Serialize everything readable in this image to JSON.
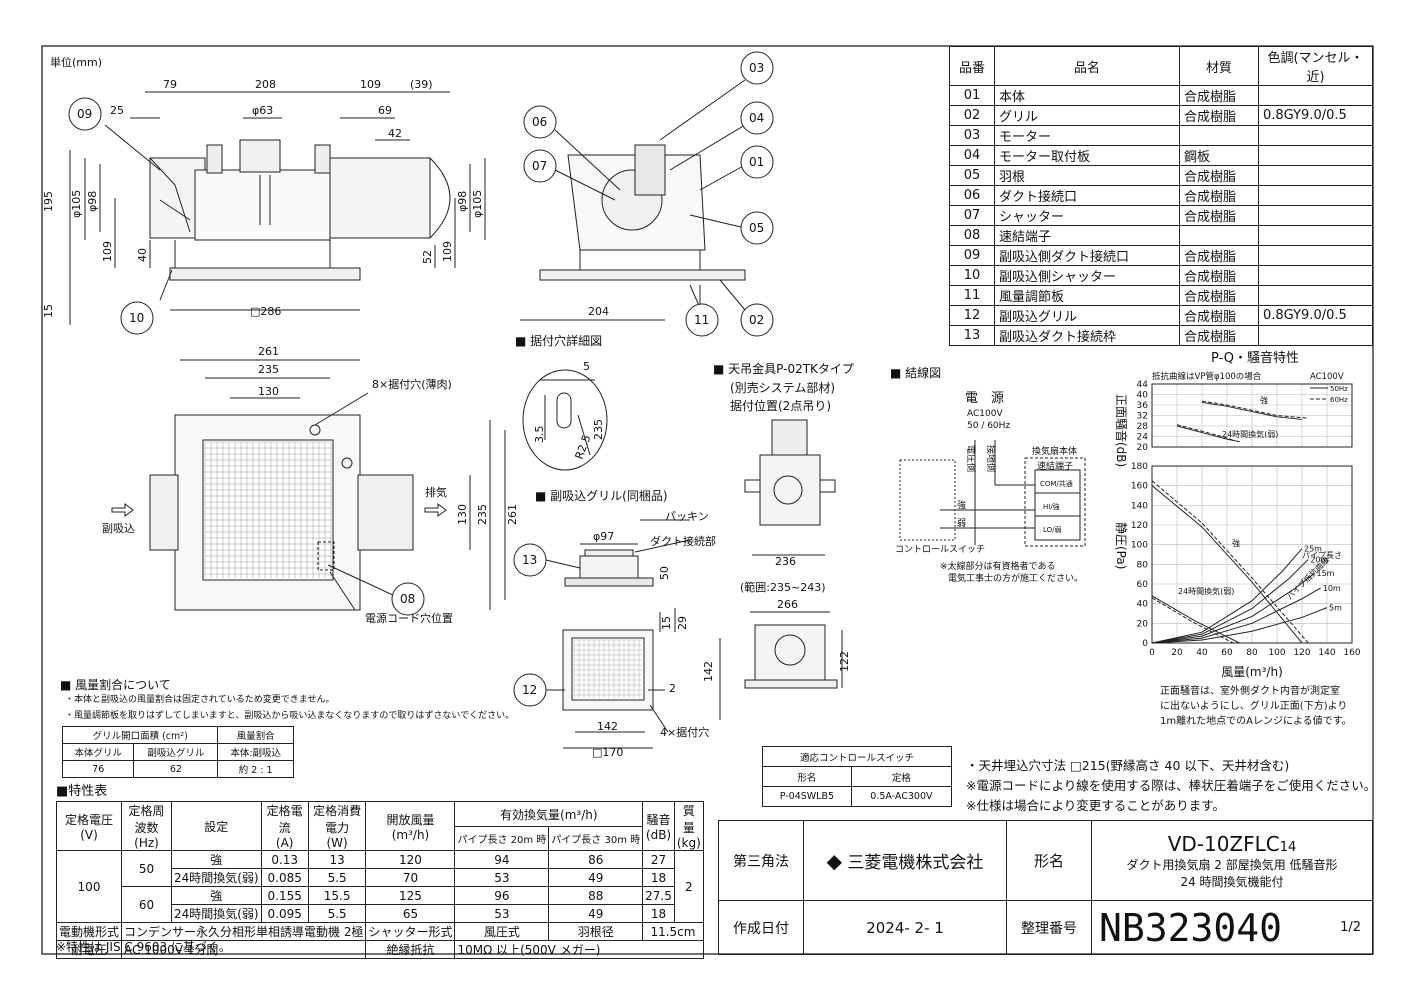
{
  "unit_label": "単位(mm)",
  "parts_table": {
    "headers": [
      "品番",
      "品名",
      "材質",
      "色調(マンセル・近)"
    ],
    "rows": [
      [
        "01",
        "本体",
        "合成樹脂",
        ""
      ],
      [
        "02",
        "グリル",
        "合成樹脂",
        "0.8GY9.0/0.5"
      ],
      [
        "03",
        "モーター",
        "",
        ""
      ],
      [
        "04",
        "モーター取付板",
        "鋼板",
        ""
      ],
      [
        "05",
        "羽根",
        "合成樹脂",
        ""
      ],
      [
        "06",
        "ダクト接続口",
        "合成樹脂",
        ""
      ],
      [
        "07",
        "シャッター",
        "合成樹脂",
        ""
      ],
      [
        "08",
        "速結端子",
        "",
        ""
      ],
      [
        "09",
        "副吸込側ダクト接続口",
        "合成樹脂",
        ""
      ],
      [
        "10",
        "副吸込側シャッター",
        "合成樹脂",
        ""
      ],
      [
        "11",
        "風量調節板",
        "合成樹脂",
        ""
      ],
      [
        "12",
        "副吸込グリル",
        "合成樹脂",
        "0.8GY9.0/0.5"
      ],
      [
        "13",
        "副吸込ダクト接続枠",
        "合成樹脂",
        ""
      ]
    ]
  },
  "front_view": {
    "dims": [
      "79",
      "208",
      "109",
      "(39)",
      "25",
      "φ63",
      "69",
      "42",
      "195",
      "φ105",
      "φ98",
      "109",
      "40",
      "52",
      "109",
      "φ98",
      "φ105",
      "15",
      "□286"
    ],
    "callouts": [
      "09",
      "10"
    ]
  },
  "side_view": {
    "dims": [
      "204"
    ],
    "callouts": [
      "03",
      "04",
      "06",
      "07",
      "01",
      "05",
      "11",
      "02"
    ]
  },
  "top_view": {
    "dims": [
      "261",
      "235",
      "130",
      "130",
      "235",
      "261"
    ],
    "hole_note": "8×据付穴(薄肉)",
    "intake_label": "副吸込",
    "exhaust_label": "排気",
    "callout": "08",
    "cord_label": "電源コード穴位置"
  },
  "hole_detail": {
    "title": "■ 据付穴詳細図",
    "dims": [
      "5",
      "3.5",
      "R2.5",
      "235"
    ]
  },
  "sub_grille": {
    "title": "■ 副吸込グリル(同梱品)",
    "dims": [
      "φ97",
      "50",
      "15",
      "29",
      "142",
      "2",
      "142",
      "□170"
    ],
    "labels": [
      "パッキン",
      "ダクト接続部",
      "4×据付穴"
    ],
    "callouts": [
      "13",
      "12"
    ]
  },
  "hanger": {
    "title_lines": [
      "■ 天吊金具P-02TKタイプ",
      "(別売システム部材)",
      "据付位置(2点吊り)"
    ],
    "dims": [
      "236",
      "(範囲:235~243)",
      "266",
      "122"
    ]
  },
  "wiring": {
    "title": "■ 結線図",
    "power_title": "電　源",
    "power_spec": [
      "AC100V",
      "50 / 60Hz"
    ],
    "wire_labels": [
      "電圧側",
      "接地側"
    ],
    "body_title": "換気扇本体",
    "terminal_title": "速結端子",
    "terminals": [
      "COM/共通",
      "HI/強",
      "LO/弱"
    ],
    "switch_labels": [
      "強",
      "弱"
    ],
    "switch_name": "コントロールスイッチ",
    "note": [
      "※太線部分は有資格者である",
      "電気工事士の方が施工ください。"
    ]
  },
  "airflow_note": {
    "title": "■ 風量割合について",
    "lines": [
      "・本体と副吸込の風量割合は固定されているため変更できません。",
      "・風量調節板を取りはずしてしまいますと、副吸込から吸い込まなくなりますので取りはずさないでください。"
    ],
    "table": {
      "header": [
        "グリル開口面積 (cm²)",
        "風量割合"
      ],
      "sub": [
        "本体グリル",
        "副吸込グリル",
        "本体:副吸込"
      ],
      "values": [
        "76",
        "62",
        "約 2 : 1"
      ]
    }
  },
  "spec": {
    "title": "■特性表",
    "headers": [
      "定格電圧\n(V)",
      "定格周波数\n(Hz)",
      "設定",
      "定格電流\n(A)",
      "定格消費電力\n(W)",
      "開放風量\n(m³/h)",
      "有効換気量(m³/h)",
      "騒音\n(dB)",
      "質量\n(kg)"
    ],
    "sub_headers": [
      "パイプ長さ 20m 時",
      "パイプ長さ 30m 時"
    ],
    "voltage": "100",
    "weight": "2",
    "rows": [
      {
        "freq": "50",
        "setting": "強",
        "current": "0.13",
        "power": "13",
        "open": "120",
        "p20": "94",
        "p30": "86",
        "noise": "27"
      },
      {
        "freq": "",
        "setting": "24時間換気(弱)",
        "current": "0.085",
        "power": "5.5",
        "open": "70",
        "p20": "53",
        "p30": "49",
        "noise": "18"
      },
      {
        "freq": "60",
        "setting": "強",
        "current": "0.155",
        "power": "15.5",
        "open": "125",
        "p20": "96",
        "p30": "88",
        "noise": "27.5"
      },
      {
        "freq": "",
        "setting": "24時間換気(弱)",
        "current": "0.095",
        "power": "5.5",
        "open": "65",
        "p20": "53",
        "p30": "49",
        "noise": "18"
      }
    ],
    "motor_label": "電動機形式",
    "motor_value": "コンデンサー永久分相形単相誘導電動機 2極",
    "shutter_label": "シャッター形式",
    "shutter_value": "風圧式",
    "blade_label": "羽根径",
    "blade_value": "11.5cm",
    "withstand_label": "耐電圧",
    "withstand_value": "AC 1000V 1分間",
    "insulation_label": "絶縁抵抗",
    "insulation_value": "10MΩ 以上(500V メガー)",
    "footnote": "※特性は JIS C 9603 に基づく。"
  },
  "switch_table": {
    "title": "適応コントロールスイッチ",
    "headers": [
      "形名",
      "定格"
    ],
    "values": [
      "P-04SWLB5",
      "0.5A-AC300V"
    ]
  },
  "notes": [
    "・天井埋込穴寸法 □215(野縁高さ 40 以下、天井材含む)",
    "※電源コードにより線を使用する際は、棒状圧着端子をご使用ください。",
    "※仕様は場合により変更することがあります。"
  ],
  "chart_data": {
    "type": "line",
    "title": "P-Q・騒音特性",
    "subtitle": "抵抗曲線はVP管φ100の場合",
    "supply": "AC100V",
    "legend": [
      "50Hz",
      "60Hz"
    ],
    "xlabel": "風量(m³/h)",
    "noise_axis": {
      "label": "正面騒音(dB)",
      "ylim": [
        20,
        44
      ],
      "ticks": [
        20,
        24,
        28,
        32,
        36,
        40,
        44
      ]
    },
    "pressure_axis": {
      "label": "静圧(Pa)",
      "ylim": [
        0,
        180
      ],
      "ticks": [
        0,
        20,
        40,
        60,
        80,
        100,
        120,
        140,
        160,
        180
      ]
    },
    "xlim": [
      0,
      160
    ],
    "xticks": [
      0,
      20,
      40,
      60,
      80,
      100,
      120,
      140,
      160
    ],
    "noise_series": [
      {
        "name": "強",
        "hz": "50Hz",
        "x": [
          40,
          60,
          80,
          100,
          120
        ],
        "y": [
          37,
          35.5,
          33.5,
          31.5,
          30.5
        ]
      },
      {
        "name": "強",
        "hz": "60Hz",
        "x": [
          40,
          60,
          80,
          100,
          125
        ],
        "y": [
          37.5,
          36,
          34,
          32,
          31
        ]
      },
      {
        "name": "24時間換気(弱)",
        "hz": "50Hz",
        "x": [
          20,
          40,
          60,
          70
        ],
        "y": [
          28,
          25.5,
          23,
          22
        ]
      },
      {
        "name": "24時間換気(弱)",
        "hz": "60Hz",
        "x": [
          20,
          40,
          60,
          65
        ],
        "y": [
          28.5,
          26,
          23.5,
          22.5
        ]
      }
    ],
    "pq_series": [
      {
        "name": "強",
        "hz": "50Hz",
        "x": [
          0,
          40,
          80,
          120
        ],
        "y": [
          160,
          118,
          62,
          0
        ]
      },
      {
        "name": "強",
        "hz": "60Hz",
        "x": [
          0,
          40,
          80,
          125
        ],
        "y": [
          165,
          122,
          66,
          0
        ]
      },
      {
        "name": "24時間換気(弱)",
        "hz": "50Hz",
        "x": [
          0,
          35,
          70
        ],
        "y": [
          48,
          22,
          0
        ]
      },
      {
        "name": "24時間換気(弱)",
        "hz": "60Hz",
        "x": [
          0,
          33,
          65
        ],
        "y": [
          46,
          21,
          0
        ]
      }
    ],
    "resistance_curves": [
      {
        "name": "5m",
        "x": [
          0,
          40,
          80,
          120,
          140
        ],
        "y": [
          0,
          3,
          12,
          26,
          36
        ]
      },
      {
        "name": "10m",
        "x": [
          0,
          40,
          80,
          120,
          135
        ],
        "y": [
          0,
          5,
          20,
          45,
          56
        ]
      },
      {
        "name": "15m",
        "x": [
          0,
          40,
          80,
          115,
          130
        ],
        "y": [
          0,
          7,
          27,
          56,
          71
        ]
      },
      {
        "name": "20m",
        "x": [
          0,
          40,
          80,
          110,
          125
        ],
        "y": [
          0,
          9,
          35,
          66,
          85
        ]
      },
      {
        "name": "25m",
        "x": [
          0,
          40,
          80,
          105,
          120
        ],
        "y": [
          0,
          11,
          43,
          74,
          96
        ]
      }
    ],
    "labels": [
      "強",
      "24時間換気(弱)",
      "24時間換気(弱)",
      "パイプ抵抗曲線",
      "パイプ長さ"
    ],
    "note_lines": [
      "正面騒音は、室外側ダクト内音が測定室",
      "に出ないようにし、グリル正面(下方)より",
      "1m離れた地点でのAレンジによる値です。"
    ]
  },
  "title_block": {
    "projection": "第三角法",
    "company": "三菱電機株式会社",
    "model_label": "形名",
    "model": "VD-10ZFLC",
    "model_suffix": "14",
    "desc1": "ダクト用換気扇 2 部屋換気用 低騒音形",
    "desc2": "24 時間換気機能付",
    "date_label": "作成日付",
    "date": "2024- 2- 1",
    "number_label": "整理番号",
    "number": "NB323040",
    "page": "1/2"
  }
}
